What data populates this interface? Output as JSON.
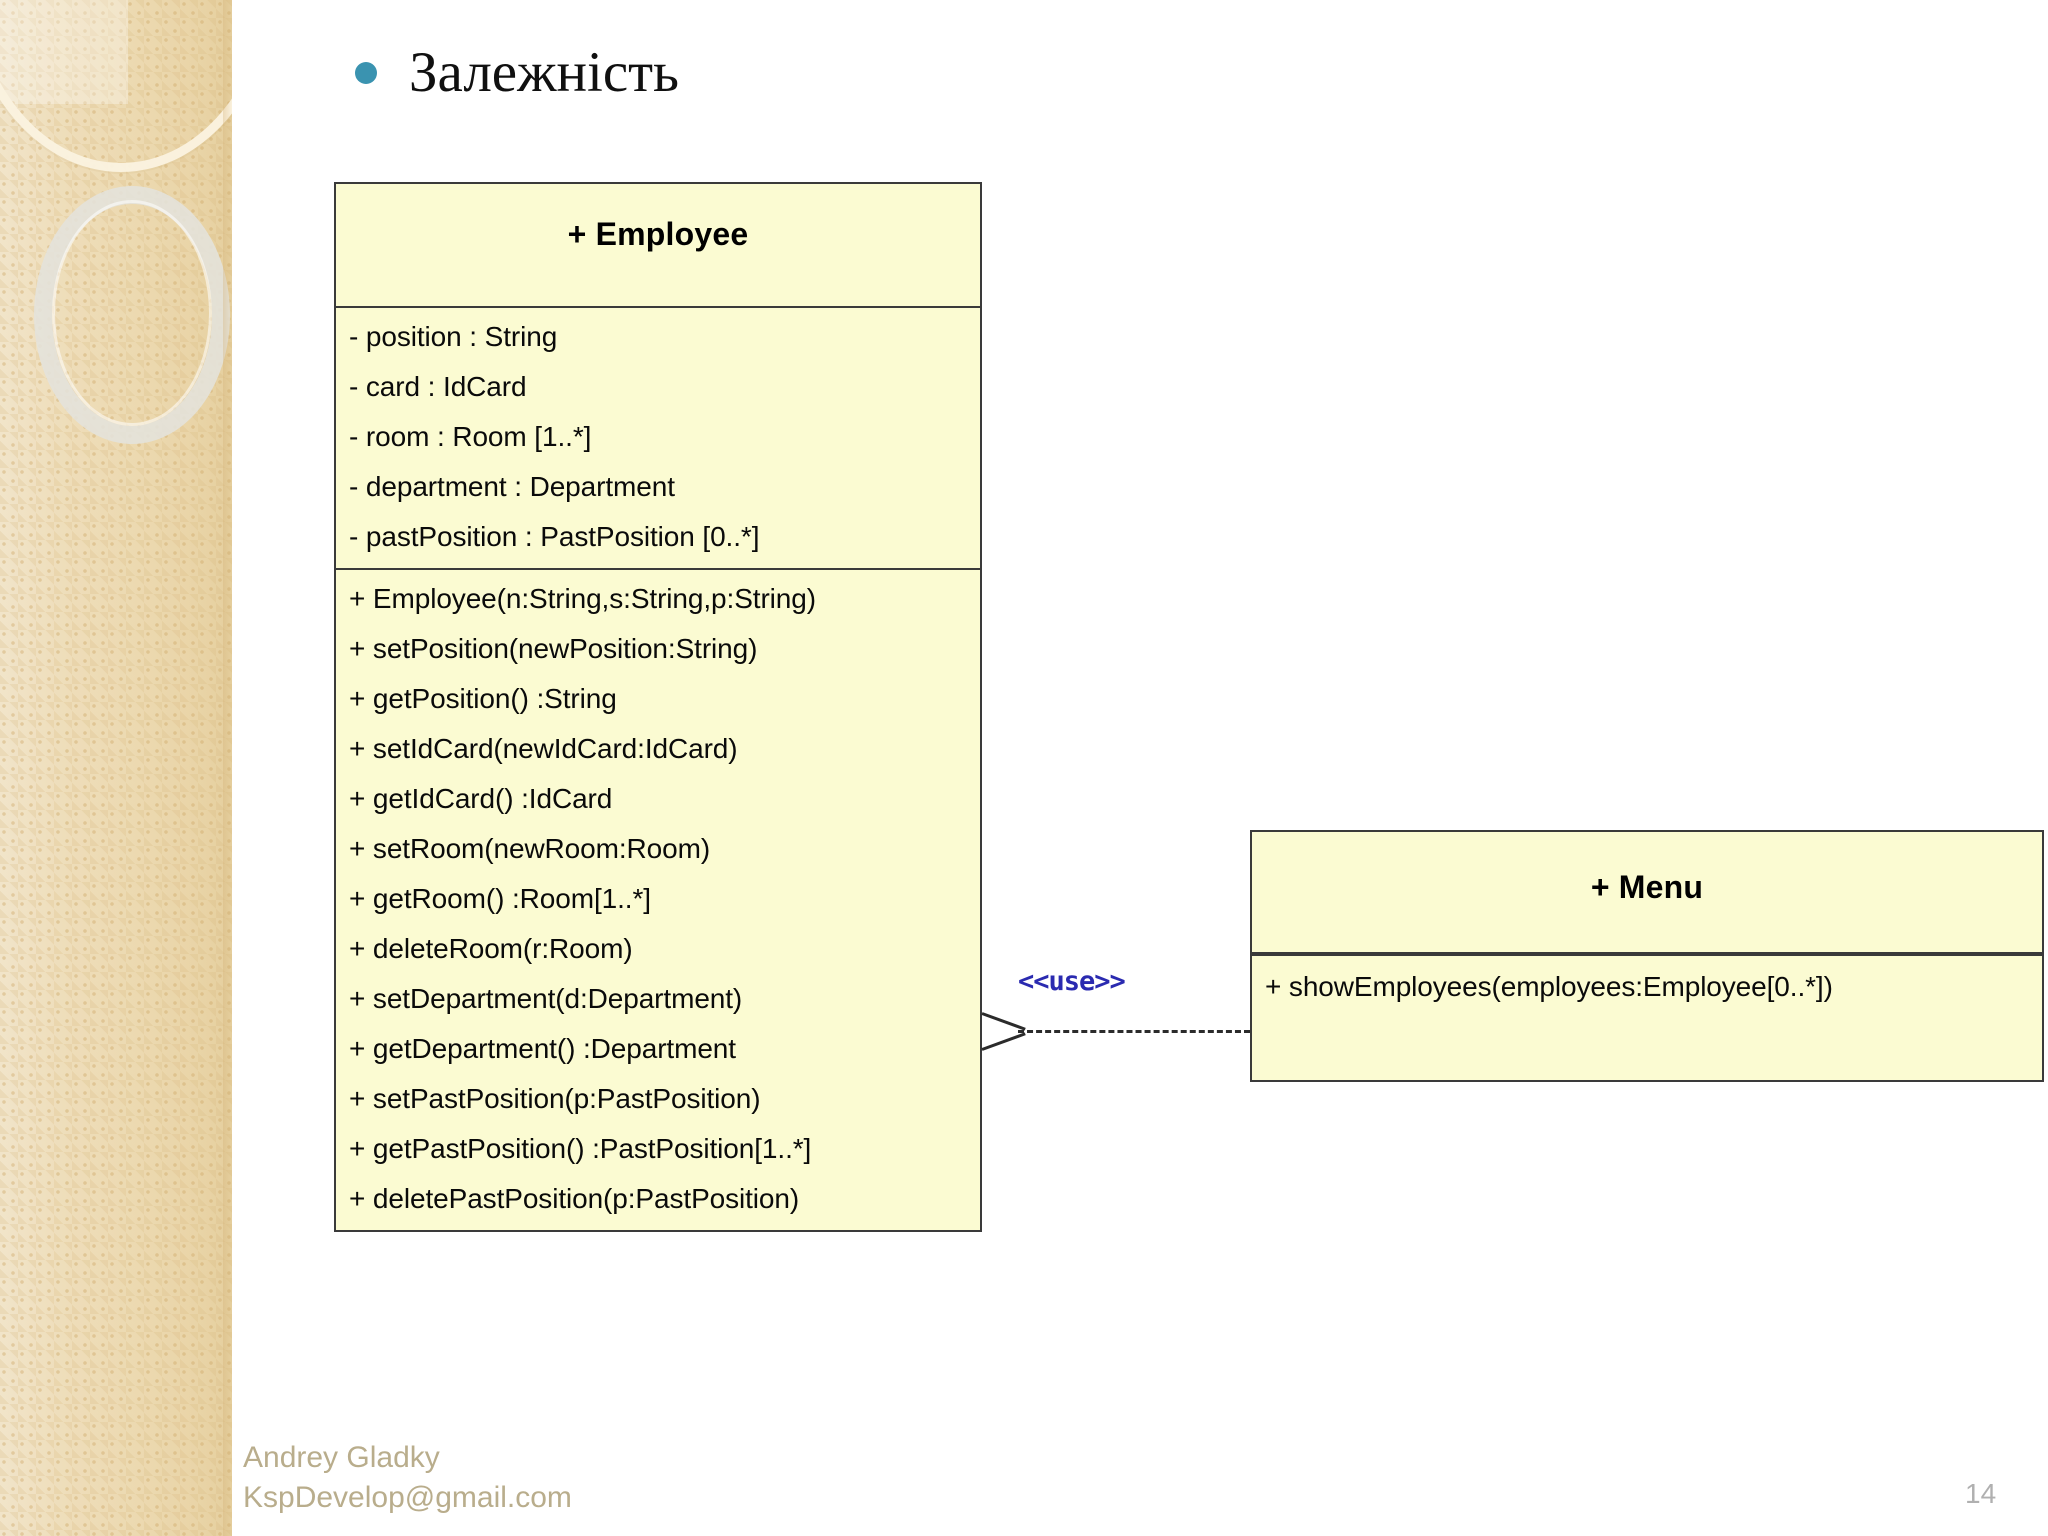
{
  "slide": {
    "heading": "Залежність",
    "bullet_color": "#3a93b0",
    "background_color": "#ffffff",
    "page_number": "14"
  },
  "footer": {
    "author": "Andrey Gladky",
    "email": "KspDevelop@gmail.com"
  },
  "diagram": {
    "type": "uml-class-diagram",
    "class_fill_color": "#fbfbd2",
    "class_border_color": "#3a3a3a",
    "classes": [
      {
        "name": "+ Employee",
        "attributes": [
          "- position : String",
          "- card : IdCard",
          "- room : Room [1..*]",
          "- department : Department",
          "- pastPosition : PastPosition [0..*]"
        ],
        "operations": [
          "+ Employee(n:String,s:String,p:String)",
          "+ setPosition(newPosition:String)",
          "+ getPosition() :String",
          "+ setIdCard(newIdCard:IdCard)",
          "+ getIdCard() :IdCard",
          "+ setRoom(newRoom:Room)",
          "+ getRoom() :Room[1..*]",
          "+ deleteRoom(r:Room)",
          "+ setDepartment(d:Department)",
          "+ getDepartment() :Department",
          "+ setPastPosition(p:PastPosition)",
          "+ getPastPosition() :PastPosition[1..*]",
          "+ deletePastPosition(p:PastPosition)"
        ]
      },
      {
        "name": "+ Menu",
        "attributes": [],
        "operations": [
          "+ showEmployees(employees:Employee[0..*])"
        ]
      }
    ],
    "relationship": {
      "kind": "dependency",
      "stereotype": "<<use>>",
      "stereotype_color": "#2a2ab0",
      "from": "+ Menu",
      "to": "+ Employee",
      "line_style": "dashed-open-arrow"
    }
  }
}
